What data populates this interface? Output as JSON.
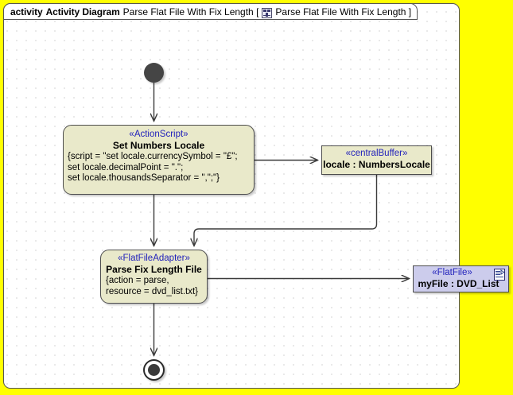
{
  "canvas": {
    "background_color": "#ffff00",
    "frame_background": "#ffffff",
    "grid": "dotted"
  },
  "header": {
    "keyword": "activity",
    "type_label": "Activity Diagram",
    "diagram_name": "Parse Flat File With Fix Length [",
    "icon": "activity-diagram-icon",
    "context_name": "Parse Flat File With Fix Length ]"
  },
  "nodes": {
    "initial": {
      "name": "initial-node",
      "shape": "filled-circle"
    },
    "final": {
      "name": "final-node",
      "shape": "circle-with-ring"
    },
    "set_locale": {
      "stereotype": "«ActionScript»",
      "title": "Set Numbers Locale",
      "body": "{script = \"set locale.currencySymbol = \"£\";\nset locale.decimalPoint = \".\";\nset locale.thousandsSeparator = \",\";\"}",
      "fill": "#e9e9ca"
    },
    "central_buffer": {
      "stereotype": "«centralBuffer»",
      "title": "locale : NumbersLocale",
      "fill": "#e9e9ca"
    },
    "parse_file": {
      "stereotype": "«FlatFileAdapter»",
      "title": "Parse Fix Length File",
      "body": "{action = parse,\nresource = dvd_list.txt}",
      "fill": "#e9e9ca"
    },
    "flat_file": {
      "stereotype": "«FlatFile»",
      "title": "myFile : DVD_List",
      "icon": "document-icon",
      "fill": "#ccccec"
    }
  },
  "colors": {
    "stereotype_text": "#2222bb",
    "node_border": "#4d4d4d",
    "connector": "#3a3a3a"
  }
}
